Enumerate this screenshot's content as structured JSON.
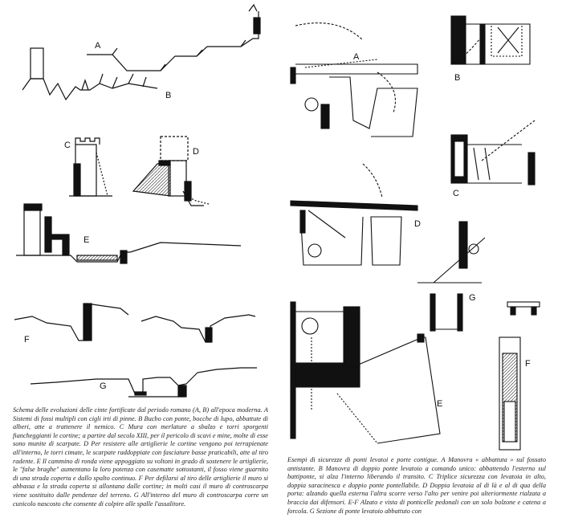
{
  "labels": {
    "left": {
      "A": "A",
      "B": "B",
      "C": "C",
      "D": "D",
      "E": "E",
      "F": "F",
      "G": "G"
    },
    "right": {
      "A": "A",
      "B": "B",
      "C": "C",
      "D": "D",
      "E": "E",
      "F": "F",
      "G": "G"
    }
  },
  "captions": {
    "left": "Schema delle evoluzioni delle cinte fortificate dal periodo romano (A, B) all'epoca moderna. A Sistemi di fossi multipli con cigli irti di pinne. B Bucbo con ponte, bocche di lupo, abbattute di alberi, atte a trattenere il nemico. C Mura con merlature a sbalzo e torri sporgenti fiancheggianti le cortine; a partire dal secolo XIII, per il pericolo di scavi e mine, molte di esse sono munite di scarpate. D Per resistere alle artiglierie le cortine vengono poi terrapienate all'interno, le torri cimate, le scarpate raddoppiate con fasciature basse praticabili, atte al tiro radente. E Il cammino di ronda viene appoggiato su voltoni in grado di sostenere le artiglierie, le \"false braghe\" aumentano la loro potenza con casematte sottostanti, il fosso viene guarnito di una strada coperta e dallo spalto continuo. F Per defilarsi al tiro delle artiglierie il muro si abbassa e la strada coperta si allontana dalle cortine; in molti casi il muro di controscarpa viene sostituito dalle pendenze del terreno. G All'interno del muro di controscarpa corre un cunicolo nascosto che consente di colpire alle spalle l'assalitore.",
    "right": "Esempi di sicurezze di ponti levatoi e porte contigue. A Manovra « abbattuta » sul fossato antistante. B Manovra di doppio ponte levatoio a comando unico: abbattendo l'esterno sul battiponte, si alza l'interno liberando il transito. C Triplice sicurezza con levatoia in alto, doppia saracinesca e doppio ponte pontellabile. D Doppia levatoia al di là e al di qua della porta: alzando quella esterna l'altra scorre verso l'alto per venire poi ulteriormente rialzata a braccia dai difensori. E-F Alzato e vista di ponticelle pedonali con un solo bolzone e catena a forcola. G Sezione di ponte levatoio abbattuto con"
  }
}
